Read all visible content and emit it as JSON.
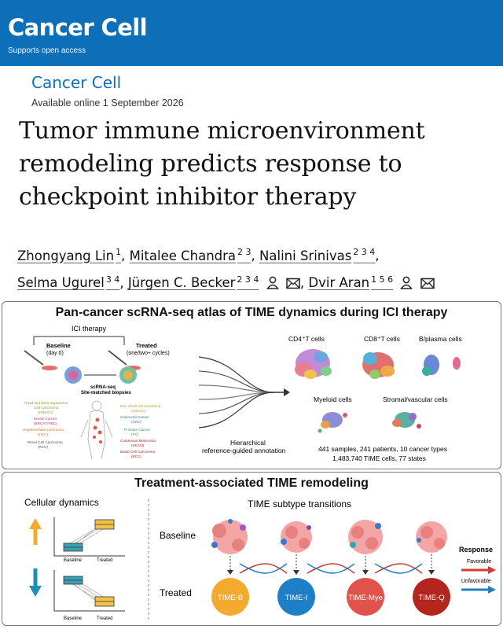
{
  "header": {
    "brand": "Cancer Cell",
    "tagline": "Supports open access"
  },
  "article": {
    "journal": "Cancer Cell",
    "available": "Available online 1 September 2026",
    "title_lines": [
      "Tumor immune microenvironment",
      "remodeling predicts response to",
      "checkpoint inhibitor therapy"
    ],
    "authors": [
      {
        "name": "Zhongyang Lin",
        "aff": "1"
      },
      {
        "name": "Mitalee Chandra",
        "aff": "2 3"
      },
      {
        "name": "Nalini Srinivas",
        "aff": "2 3 4"
      },
      {
        "name": "Selma Ugurel",
        "aff": "3 4"
      },
      {
        "name": "Jürgen C. Becker",
        "aff": "2 3 4"
      },
      {
        "name": "Dvir Aran",
        "aff": "1 5 6"
      }
    ]
  },
  "abstract": {
    "panel_a": {
      "title": "Pan-cancer scRNA-seq atlas of TIME dynamics during ICI therapy",
      "ici": "ICI therapy",
      "baseline": "Baseline",
      "baseline_sub": "(day 0)",
      "treated": "Treated",
      "treated_sub": "(one/two+ cycles)",
      "scrna": "scRNA-seq",
      "biopsies": "Site-matched biopsies",
      "cancers_left": [
        "Head and Neck Squamous",
        "Cell Carcinoma",
        "(HNSCC)",
        "Breast Cancer",
        "(BRCA/TNBC)",
        "Hepatocellular carcinoma",
        "(HCC)",
        "Renal Cell Carcinoma",
        "(RCC)"
      ],
      "cancers_right": [
        "Non-small cell carcinoma",
        "(NSCLC)",
        "Colorectal Cancer",
        "(CRC)",
        "Prostate Cancer",
        "(PC)",
        "Cutaneous Melanoma",
        "(SKCM)",
        "Basal Cell Carcinoma",
        "(BCC)"
      ],
      "annotation": [
        "Hierarchical",
        "reference-guided annotation"
      ],
      "cell_types": [
        "CD4⁺T cells",
        "CD8⁺T cells",
        "B/plasma cells",
        "Myeloid cells",
        "Stromal/vascular cells"
      ],
      "summary_1": "441 samples, 241 patients, 10 cancer types",
      "summary_2": "1,483,740 TIME cells, 77 states"
    },
    "panel_b": {
      "title": "Treatment-associated TIME remodeling",
      "cellular": "Cellular dynamics",
      "baseline_small": "Baseline",
      "treated_small": "Treated",
      "subtypes_title": "TIME subtype transitions",
      "row_baseline": "Baseline",
      "row_treated": "Treated",
      "subtypes": [
        {
          "label": "TIME-B",
          "color": "#f2aa2f"
        },
        {
          "label": "TIME-I",
          "color": "#1e7fc6"
        },
        {
          "label": "TIME-Mye",
          "color": "#e0524a"
        },
        {
          "label": "TIME-Q",
          "color": "#b3261e"
        }
      ],
      "response": "Response",
      "favorable": "Favorable",
      "unfavorable": "Unfavorable"
    }
  }
}
